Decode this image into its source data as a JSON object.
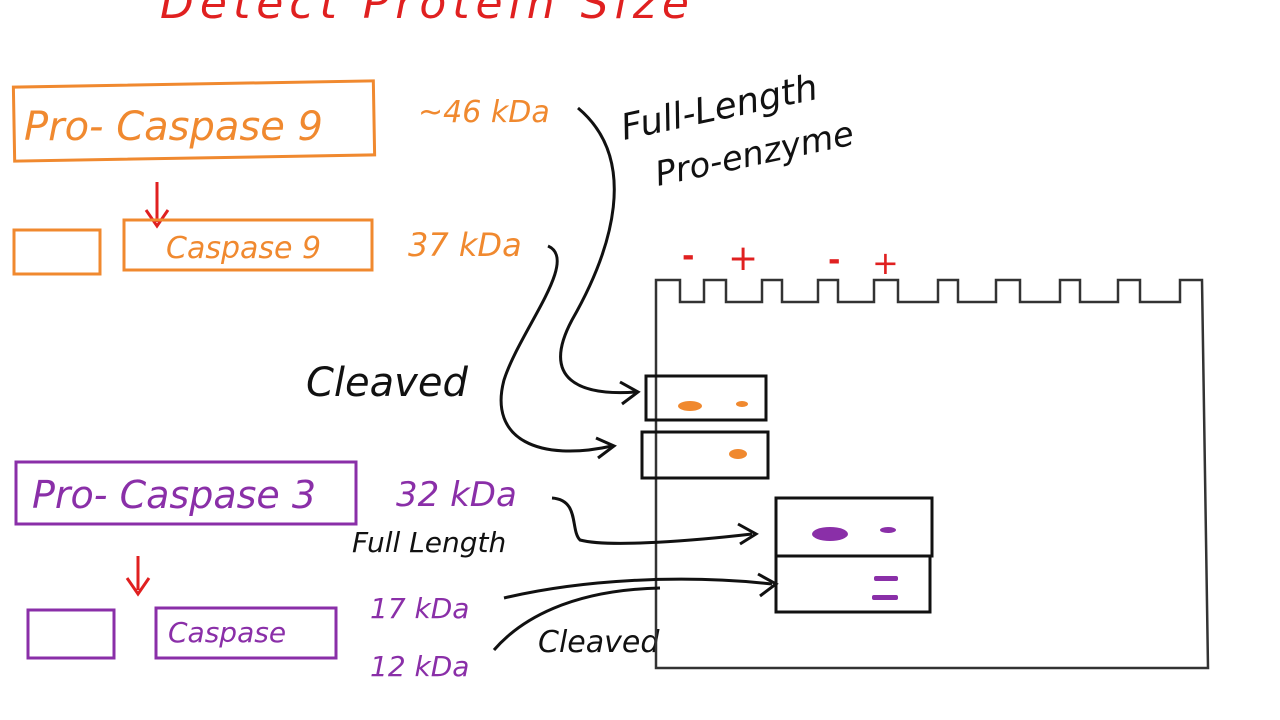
{
  "title": "Detect Protein Size",
  "caspase9": {
    "pro_label": "Pro- Caspase 9",
    "pro_size": "~46 kDa",
    "cleaved_label": "Caspase 9",
    "cleaved_size": "37 kDa",
    "color": "#f0892f"
  },
  "caspase3": {
    "pro_label": "Pro- Caspase 3",
    "pro_size": "32 kDa",
    "cleaved_label": "Caspase",
    "cleaved_size_1": "17 kDa",
    "cleaved_size_2": "12 kDa",
    "color": "#8a2fa8"
  },
  "annotations": {
    "full_length_1": "Full-Length",
    "pro_enzyme": "Pro-enzyme",
    "cleaved_1": "Cleaved",
    "full_length_2": "Full Length",
    "cleaved_2": "Cleaved"
  },
  "gel": {
    "lane_marks": [
      "-",
      "+",
      "-",
      "+"
    ]
  },
  "colors": {
    "ink": "#111111",
    "accent": "#e02020"
  }
}
